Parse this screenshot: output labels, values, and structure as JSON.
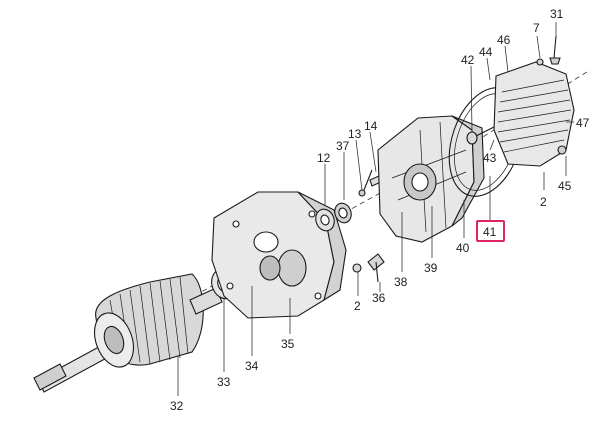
{
  "diagram": {
    "highlight_color": "#e0245e",
    "line_color": "#333333",
    "highlighted_label": "41",
    "parts": [
      {
        "id": "part-31",
        "label": "31"
      },
      {
        "id": "part-7",
        "label": "7"
      },
      {
        "id": "part-46",
        "label": "46"
      },
      {
        "id": "part-44",
        "label": "44"
      },
      {
        "id": "part-42",
        "label": "42"
      },
      {
        "id": "part-47",
        "label": "47"
      },
      {
        "id": "part-43",
        "label": "43"
      },
      {
        "id": "part-45",
        "label": "45"
      },
      {
        "id": "part-2a",
        "label": "2"
      },
      {
        "id": "part-41",
        "label": "41"
      },
      {
        "id": "part-40",
        "label": "40"
      },
      {
        "id": "part-39",
        "label": "39"
      },
      {
        "id": "part-38",
        "label": "38"
      },
      {
        "id": "part-14",
        "label": "14"
      },
      {
        "id": "part-13",
        "label": "13"
      },
      {
        "id": "part-37",
        "label": "37"
      },
      {
        "id": "part-12",
        "label": "12"
      },
      {
        "id": "part-36",
        "label": "36"
      },
      {
        "id": "part-2b",
        "label": "2"
      },
      {
        "id": "part-35",
        "label": "35"
      },
      {
        "id": "part-34",
        "label": "34"
      },
      {
        "id": "part-33",
        "label": "33"
      },
      {
        "id": "part-32",
        "label": "32"
      }
    ]
  }
}
